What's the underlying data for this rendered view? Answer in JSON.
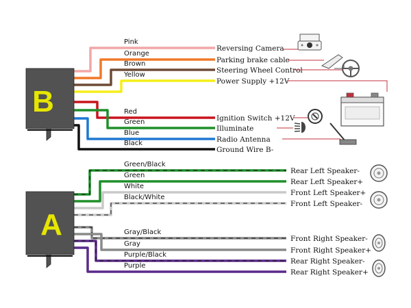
{
  "connectors": [
    {
      "letter": "B",
      "color": "#525252",
      "accent": "#e6e600"
    },
    {
      "letter": "A",
      "color": "#525252",
      "accent": "#e6e600"
    }
  ],
  "b_wires": [
    {
      "label": "Pink",
      "color": "#f2a7a7",
      "dest": "Reversing Camera",
      "icon": "camera-icon"
    },
    {
      "label": "Orange",
      "color": "#f07828",
      "dest": "Parking brake cable",
      "icon": "parking-brake-icon"
    },
    {
      "label": "Brown",
      "color": "#6e4a36",
      "dest": "Steering Wheel Control",
      "icon": "steering-wheel-icon"
    },
    {
      "label": "Yellow",
      "color": "#f5ee1a",
      "dest": "Power Supply +12V",
      "icon": "battery-icon"
    },
    {
      "label": "Red",
      "color": "#c8141e",
      "dest": "Ignition Switch +12V",
      "icon": "ignition-switch-icon"
    },
    {
      "label": "Green",
      "color": "#1f8f2a",
      "dest": "Illuminate",
      "icon": "headlight-icon"
    },
    {
      "label": "Blue",
      "color": "#1f78d2",
      "dest": "Radio Antenna",
      "icon": "antenna-icon"
    },
    {
      "label": "Black",
      "color": "#111111",
      "dest": "Ground Wire B-",
      "icon": ""
    }
  ],
  "a_wires": [
    {
      "label": "Green/Black",
      "color": "#1f8f2a",
      "dest": "Rear Left Speaker-",
      "stripe": "#111111"
    },
    {
      "label": "Green",
      "color": "#1f8f2a",
      "dest": "Rear Left Speaker+",
      "stripe": ""
    },
    {
      "label": "White",
      "color": "#c9c9c9",
      "dest": "Front Left Speaker+",
      "stripe": ""
    },
    {
      "label": "Black/White",
      "color": "#c9c9c9",
      "dest": "Front Left Speaker-",
      "stripe": "#111111"
    },
    {
      "label": "Gray/Black",
      "color": "#8a8a8a",
      "dest": "Front Right Speaker-",
      "stripe": "#111111"
    },
    {
      "label": "Gray",
      "color": "#8a8a8a",
      "dest": "Front Right Speaker+",
      "stripe": ""
    },
    {
      "label": "Purple/Black",
      "color": "#5b2a8a",
      "dest": "Rear Right Speaker-",
      "stripe": "#111111"
    },
    {
      "label": "Purple",
      "color": "#5b2a8a",
      "dest": "Rear Right Speaker+",
      "stripe": ""
    }
  ],
  "accent_line_color": "#c0303c",
  "speaker_icon": "speaker-icon"
}
